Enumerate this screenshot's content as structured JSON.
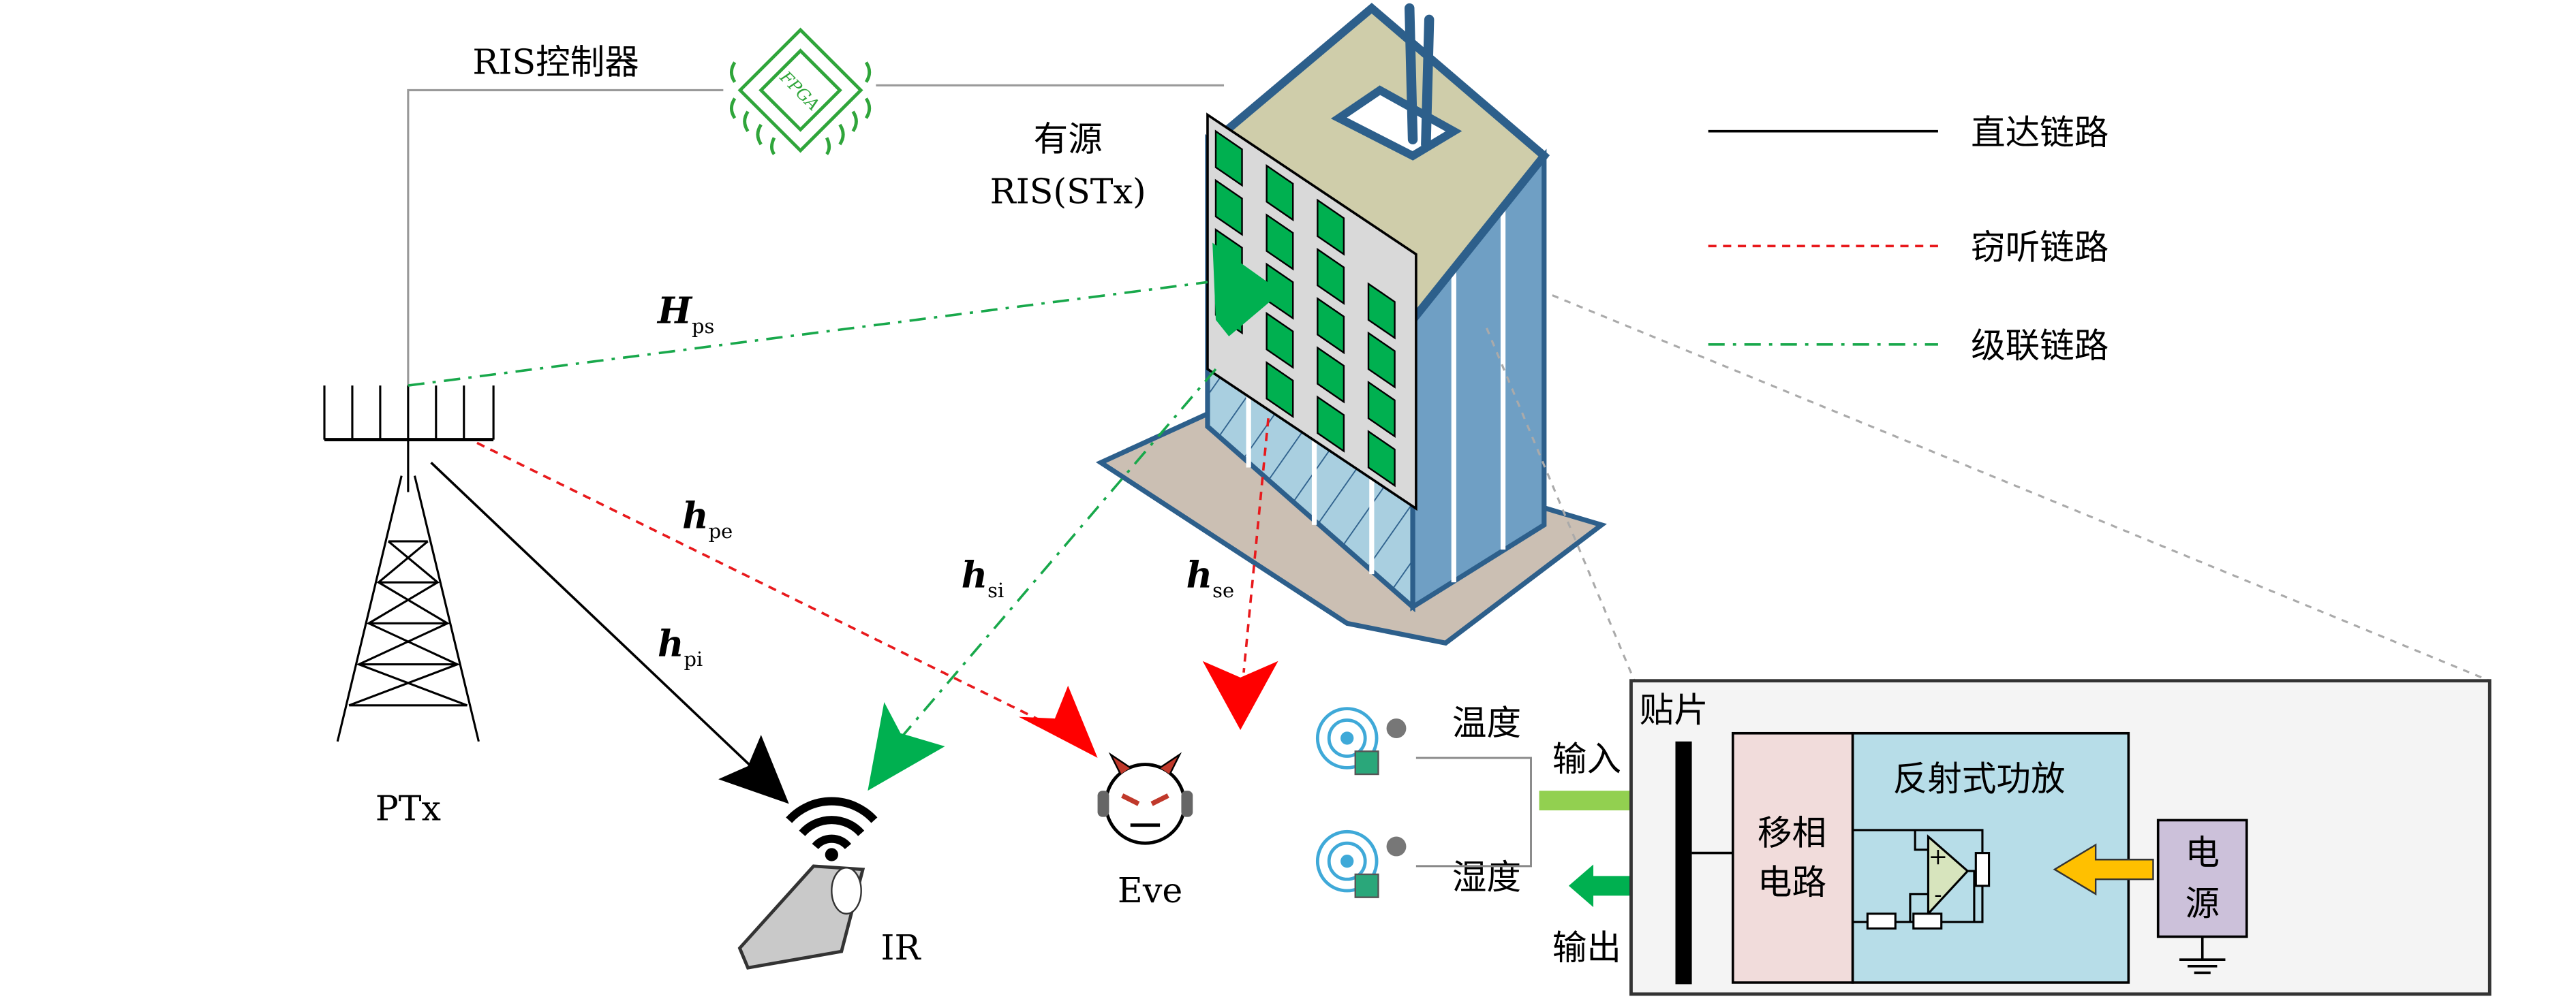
{
  "controller": {
    "label": "RIS控制器",
    "chip_text": "FPGA"
  },
  "ris": {
    "line1": "有源",
    "line2": "RIS(STx)"
  },
  "legend": [
    {
      "label": "直达链路",
      "color": "#000000",
      "style": "solid"
    },
    {
      "label": "窃听链路",
      "color": "#e8191c",
      "style": "dashed"
    },
    {
      "label": "级联链路",
      "color": "#18a84b",
      "style": "dash-dot"
    }
  ],
  "channels": {
    "H_ps": {
      "main": "H",
      "sub": "ps"
    },
    "h_pe": {
      "main": "h",
      "sub": "pe"
    },
    "h_pi": {
      "main": "h",
      "sub": "pi"
    },
    "h_si": {
      "main": "h",
      "sub": "si"
    },
    "h_se": {
      "main": "h",
      "sub": "se"
    }
  },
  "nodes": {
    "ptx": "PTx",
    "ir": "IR",
    "eve": "Eve"
  },
  "sensors": {
    "temperature": "温度",
    "humidity": "湿度",
    "input": "输入",
    "output": "输出"
  },
  "inset": {
    "patch": "贴片",
    "phase_shifter": [
      "移相",
      "电路"
    ],
    "amplifier": "反射式功放",
    "power": [
      "电",
      "源"
    ],
    "opamp_plus": "+",
    "opamp_minus": "-"
  },
  "colors": {
    "green": "#18a84b",
    "red": "#e8191c",
    "pink": "#f1dcdb",
    "blue": "#b7dde8",
    "purple": "#ccc1da",
    "yellow": "#ffc000",
    "light_green": "#92d050"
  }
}
